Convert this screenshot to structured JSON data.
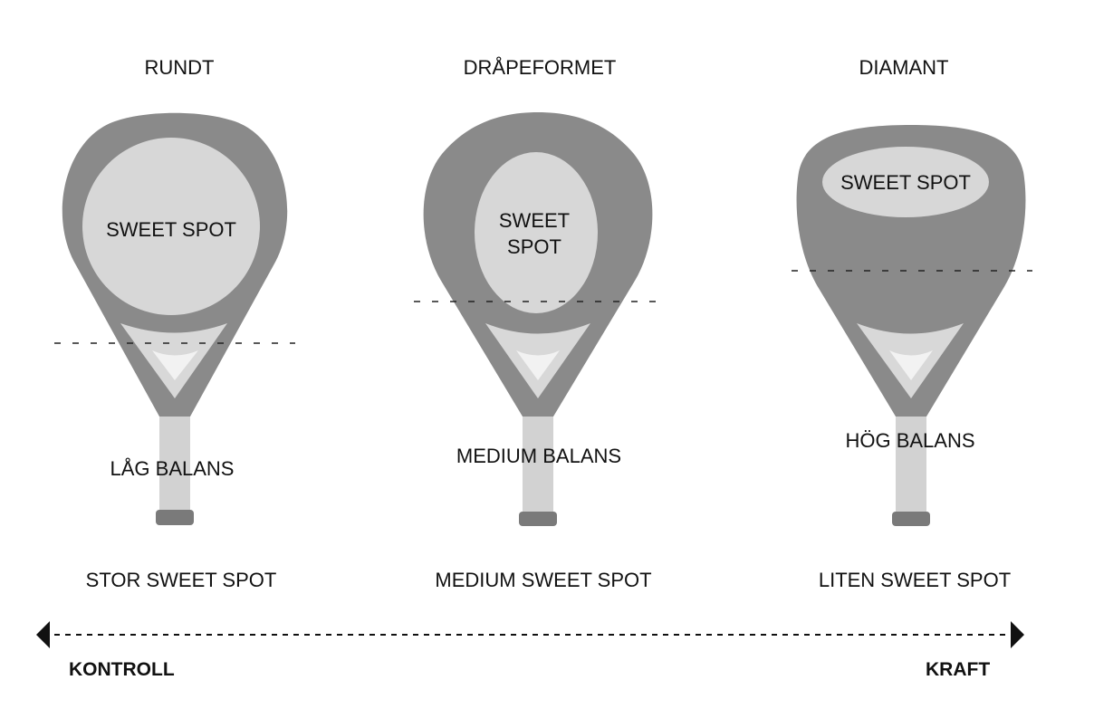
{
  "colors": {
    "frame": "#8a8a8a",
    "face": "#d7d7d7",
    "handle": "#d2d2d2",
    "cap": "#7a7a7a",
    "text": "#111111"
  },
  "rackets": [
    {
      "shape": "RUNDT",
      "sweet_spot_lines": [
        "SWEET SPOT"
      ],
      "balance": "LÅG BALANS",
      "sweet_spot_size": "STOR SWEET SPOT"
    },
    {
      "shape": "DRÅPEFORMET",
      "sweet_spot_lines": [
        "SWEET",
        "SPOT"
      ],
      "balance": "MEDIUM  BALANS",
      "sweet_spot_size": "MEDIUM SWEET SPOT"
    },
    {
      "shape": "DIAMANT",
      "sweet_spot_lines": [
        "SWEET SPOT"
      ],
      "balance": "HÖG BALANS",
      "sweet_spot_size": "LITEN SWEET SPOT"
    }
  ],
  "axis": {
    "left_label": "KONTROLL",
    "right_label": "KRAFT",
    "left_arrow_icon": "arrow-left-icon",
    "right_arrow_icon": "arrow-right-icon"
  }
}
